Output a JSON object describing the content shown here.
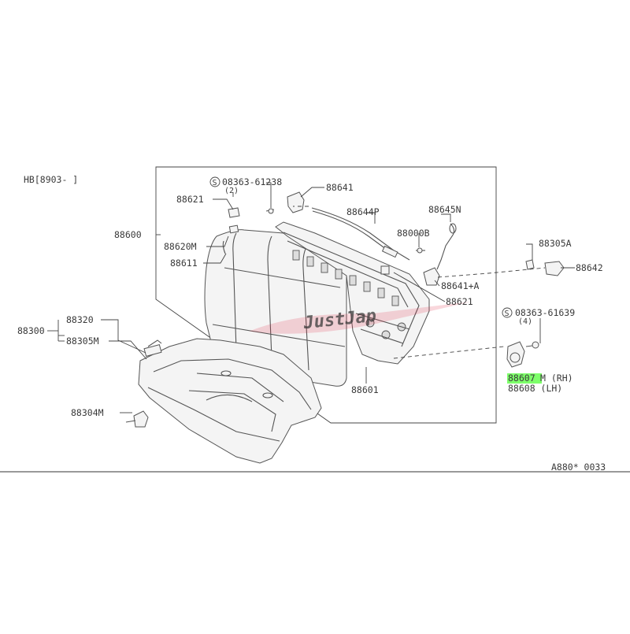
{
  "diagram": {
    "header_code": "HB[8903-  ]",
    "footer_code": "A880* 0033",
    "watermark": "JustJap",
    "highlight_color": "#7dff6a",
    "watermark_color": "#e0233b",
    "callouts": {
      "p88600": "88600",
      "p88621_top": "88621",
      "s08363_61238": "08363-61238",
      "qty_2": "(2)",
      "p88641": "88641",
      "p88644P": "88644P",
      "p88645N": "88645N",
      "p88000B": "88000B",
      "p88620M": "88620M",
      "p88611": "88611",
      "p88305A": "88305A",
      "p88642": "88642",
      "p88641A": "88641+A",
      "p88621_mid": "88621",
      "s08363_61639": "08363-61639",
      "qty_4": "(4)",
      "p88300": "88300",
      "p88320": "88320",
      "p88305M": "88305M",
      "p88601": "88601",
      "p88607_num": "88607",
      "p88607_suffix": "M (RH)",
      "p88608": "88608  (LH)",
      "p88304M": "88304M",
      "screw_symbol": "S"
    }
  }
}
